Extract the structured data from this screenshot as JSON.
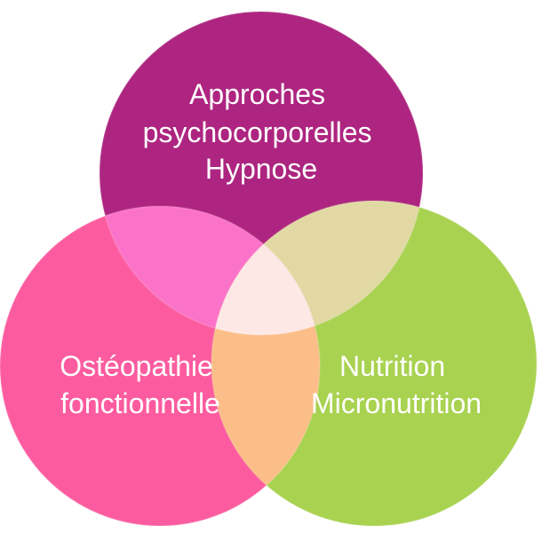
{
  "diagram": {
    "type": "venn",
    "circles": [
      {
        "id": "top",
        "lines": [
          "Approches",
          "psychocorporelles",
          "Hypnose"
        ],
        "color": "#ad2580"
      },
      {
        "id": "left",
        "lines": [
          "Ostéopathie",
          "fonctionnelle"
        ],
        "color": "#fc5c9f"
      },
      {
        "id": "right",
        "lines": [
          "Nutrition",
          "Micronutrition"
        ],
        "color": "#a8d250"
      }
    ],
    "overlap_colors": {
      "top_left": "#fb73c8",
      "top_right": "#e2d8a4",
      "left_right": "#fcbe88",
      "center": "#fde8e5"
    }
  }
}
